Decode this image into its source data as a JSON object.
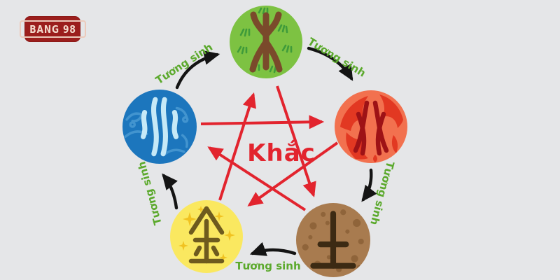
{
  "logo": {
    "text": "BANG 98",
    "bg_color": "#9b1e1c",
    "text_color": "#f2d8ca"
  },
  "background_color": "#e5e6e8",
  "diagram": {
    "title_center": "Khắc",
    "center_label_color": "#e2242e",
    "overcoming_arrow_color": "#e2242e",
    "generating_arrow_color": "#141414",
    "generating_label_color": "#5ba92c",
    "generating_labels": [
      {
        "id": "water-to-wood",
        "text": "Tương sinh"
      },
      {
        "id": "wood-to-fire",
        "text": "Tương sinh"
      },
      {
        "id": "fire-to-earth",
        "text": "Tương sinh"
      },
      {
        "id": "earth-to-metal",
        "text": "Tương sinh"
      },
      {
        "id": "metal-to-water",
        "text": "Tương sinh"
      }
    ],
    "elements": [
      {
        "id": "wood",
        "icon": "wood-character-icon",
        "circle_color": "#7dc242",
        "glyph_color": "#7a4a2b",
        "decor": "grass",
        "decor_color": "#3f9b3a"
      },
      {
        "id": "fire",
        "icon": "fire-character-icon",
        "circle_color": "#f2714f",
        "glyph_color": "#9e1216",
        "decor": "flames",
        "decor_color": "#e23822"
      },
      {
        "id": "earth",
        "icon": "earth-character-icon",
        "circle_color": "#a87b4f",
        "glyph_color": "#3c2a13",
        "decor": "spots",
        "decor_color": "#8b6137"
      },
      {
        "id": "metal",
        "icon": "metal-character-icon",
        "circle_color": "#fae860",
        "glyph_color": "#6e5b1e",
        "decor": "sparkles",
        "decor_color": "#f1c220"
      },
      {
        "id": "water",
        "icon": "water-character-icon",
        "circle_color": "#1c76bd",
        "glyph_color": "#c6e9f7",
        "decor": "waves",
        "decor_color": "#4f9fd6"
      }
    ],
    "overcoming_arrows": [
      "water-to-fire",
      "wood-to-earth",
      "fire-to-metal",
      "earth-to-water",
      "metal-to-wood"
    ]
  }
}
